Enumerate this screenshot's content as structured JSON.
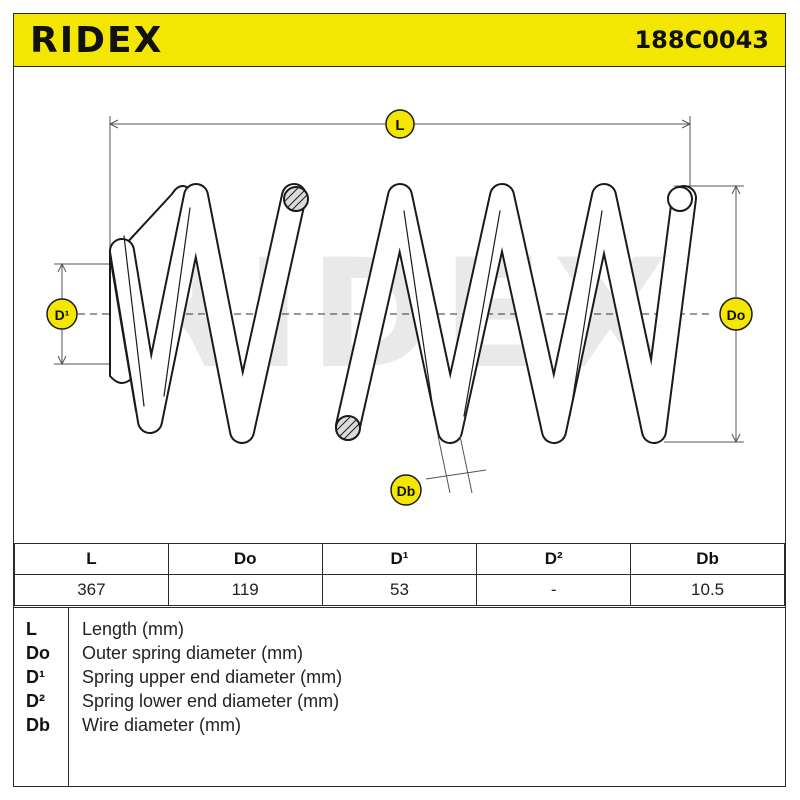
{
  "header": {
    "brand": "RIDEX",
    "part_number": "188C0043"
  },
  "drawing": {
    "watermark": "RIDEX",
    "callouts": {
      "length": "L",
      "outer_diameter": "Do",
      "upper_end_diameter": "D¹",
      "wire_diameter": "Db"
    }
  },
  "table": {
    "headers": [
      "L",
      "Do",
      "D¹",
      "D²",
      "Db"
    ],
    "values": [
      "367",
      "119",
      "53",
      "-",
      "10.5"
    ]
  },
  "legend": [
    {
      "key": "L",
      "desc": "Length (mm)"
    },
    {
      "key": "Do",
      "desc": "Outer spring diameter (mm)"
    },
    {
      "key": "D¹",
      "desc": "Spring upper end diameter (mm)"
    },
    {
      "key": "D²",
      "desc": "Spring lower end diameter (mm)"
    },
    {
      "key": "Db",
      "desc": "Wire diameter (mm)"
    }
  ],
  "colors": {
    "brand_yellow": "#f3e600",
    "line": "#2a2a2a",
    "watermark": "#e6e6e6"
  }
}
